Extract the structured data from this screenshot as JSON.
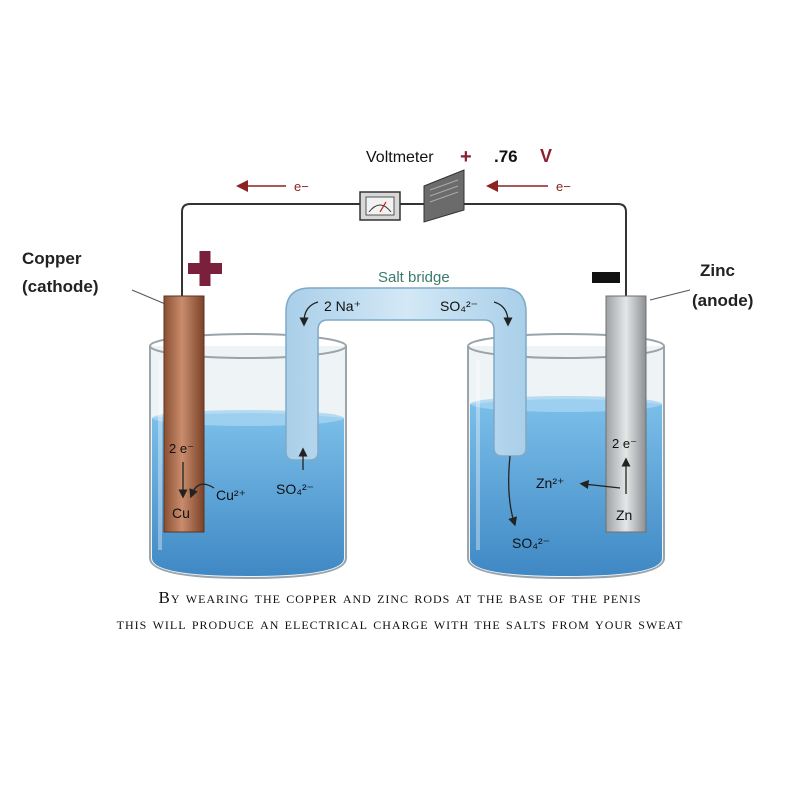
{
  "voltmeter": {
    "label": "Voltmeter",
    "plus": "+",
    "reading": ".76",
    "unit": "V"
  },
  "electron_flow": {
    "left": "e−",
    "right": "e−"
  },
  "copper": {
    "name": "Copper",
    "role": "(cathode)",
    "sign": "+"
  },
  "zinc": {
    "name": "Zinc",
    "role": "(anode)",
    "sign": "−"
  },
  "salt_bridge": {
    "label": "Salt bridge",
    "ion_left": "2 Na⁺",
    "ion_right": "SO₄²⁻"
  },
  "left_beaker": {
    "electrons": "2 e⁻",
    "metal": "Cu",
    "ion": "Cu²⁺",
    "anion": "SO₄²⁻"
  },
  "right_beaker": {
    "electrons": "2 e⁻",
    "metal": "Zn",
    "ion": "Zn²⁺",
    "anion": "SO₄²⁻"
  },
  "caption": {
    "line1": "By wearing the copper and zinc rods at the base of the penis",
    "line2": "this will produce an electrical charge with the salts from your sweat"
  },
  "colors": {
    "solution": "#5fa9d9",
    "copper": "#a86a4a",
    "zinc": "#b9bcbe",
    "plus_sign": "#7a1f3c",
    "arrow": "#8b2323"
  }
}
